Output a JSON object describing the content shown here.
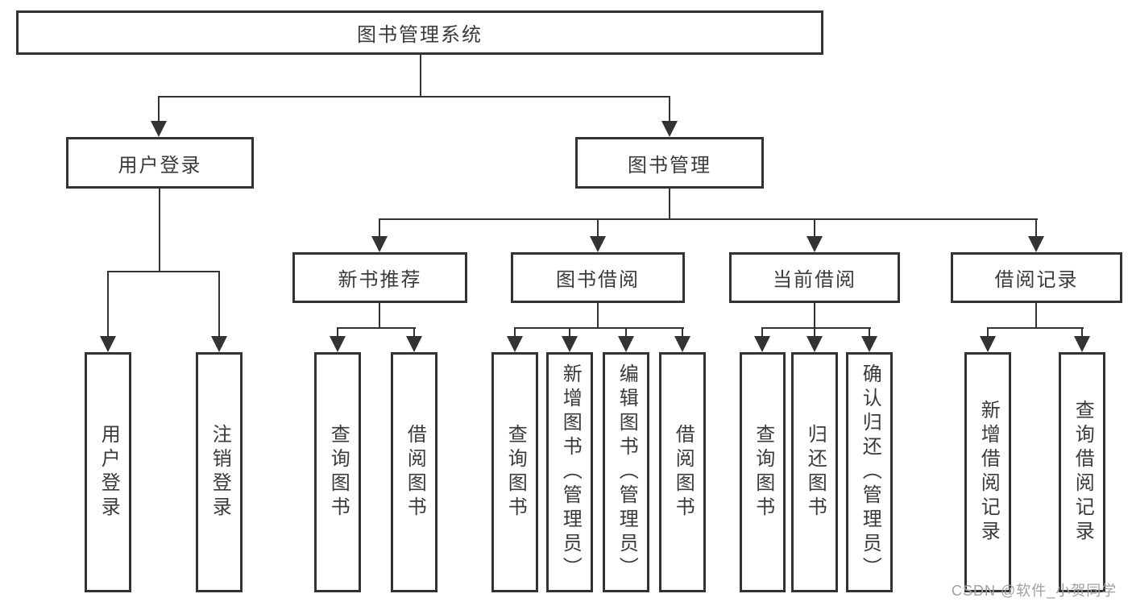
{
  "tree": {
    "root": {
      "label": "图书管理系统"
    },
    "branches": [
      {
        "label": "用户登录",
        "children": [
          {
            "label": "用户登录"
          },
          {
            "label": "注销登录"
          }
        ]
      },
      {
        "label": "图书管理",
        "children": [
          {
            "label": "新书推荐",
            "children": [
              {
                "label": "查询图书"
              },
              {
                "label": "借阅图书"
              }
            ]
          },
          {
            "label": "图书借阅",
            "children": [
              {
                "label": "查询图书"
              },
              {
                "label": "新增图书（管理员）"
              },
              {
                "label": "编辑图书（管理员）"
              },
              {
                "label": "借阅图书"
              }
            ]
          },
          {
            "label": "当前借阅",
            "children": [
              {
                "label": "查询图书"
              },
              {
                "label": "归还图书"
              },
              {
                "label": "确认归还（管理员）"
              }
            ]
          },
          {
            "label": "借阅记录",
            "children": [
              {
                "label": "新增借阅记录"
              },
              {
                "label": "查询借阅记录"
              }
            ]
          }
        ]
      }
    ]
  },
  "watermark": "CSDN @软件_小贺同学",
  "colors": {
    "line": "#333333",
    "text": "#3a3a3a",
    "background": "#ffffff",
    "watermark": "#a0a0a0"
  }
}
